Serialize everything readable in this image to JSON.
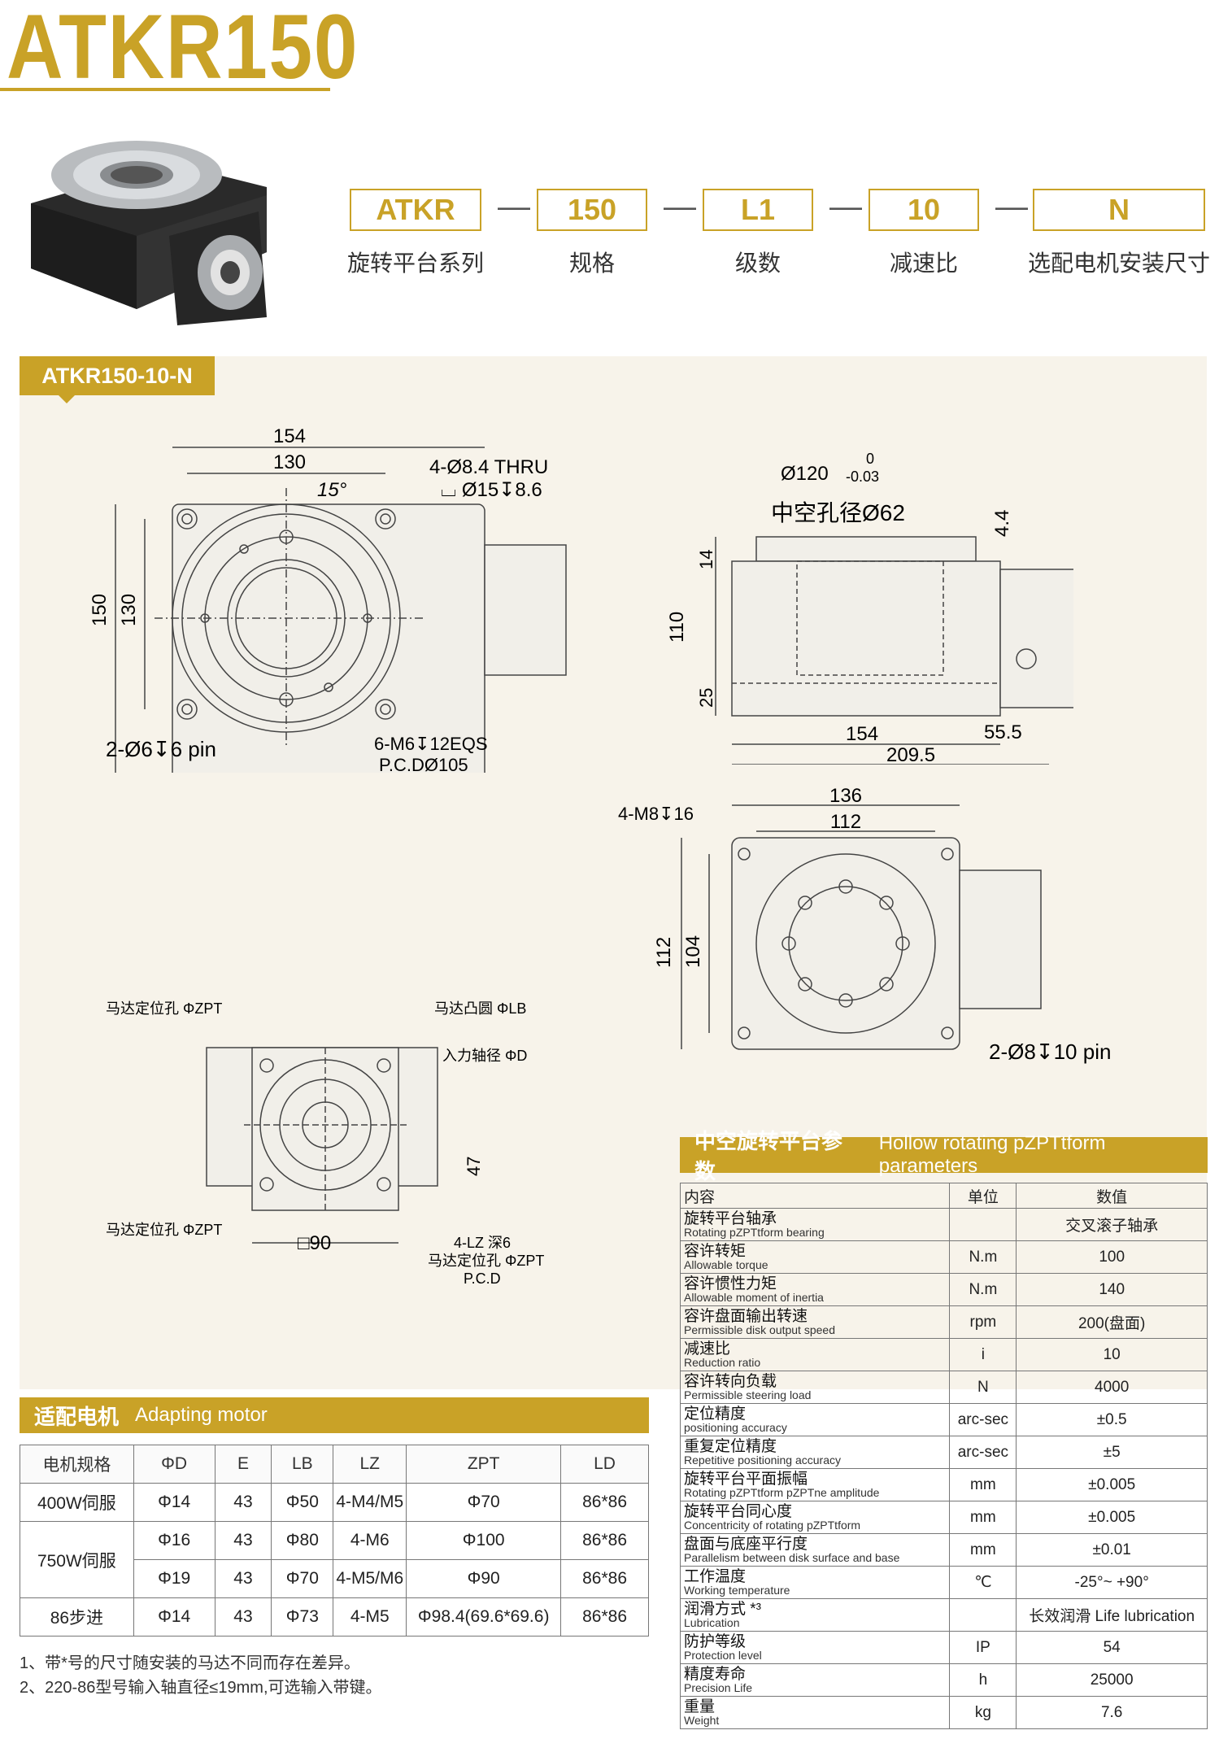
{
  "title": "ATKR150",
  "code": {
    "parts": [
      {
        "value": "ATKR",
        "label": "旋转平台系列"
      },
      {
        "value": "150",
        "label": "规格"
      },
      {
        "value": "L1",
        "label": "级数"
      },
      {
        "value": "10",
        "label": "减速比"
      },
      {
        "value": "N",
        "label": "选配电机安装尺寸"
      }
    ],
    "separator": "—"
  },
  "model_tag": "ATKR150-10-N",
  "drawing": {
    "top_view": {
      "dims": [
        "154",
        "130",
        "15°",
        "150",
        "130"
      ],
      "callouts": [
        "4-Ø8.4 THRU",
        "⌴ Ø15↧8.6",
        "2-Ø6↧6 pin",
        "6-M6↧12EQS",
        "P.C.DØ105"
      ]
    },
    "side_view": {
      "dims": [
        "Ø120",
        "0",
        "-0.03",
        "中空孔径Ø62",
        "4.4",
        "14",
        "110",
        "25",
        "154",
        "55.5",
        "209.5"
      ]
    },
    "bottom_view": {
      "dims": [
        "136",
        "112",
        "112",
        "104"
      ],
      "callouts": [
        "4-M8↧16",
        "2-Ø8↧10 pin"
      ]
    },
    "motor_flange_view": {
      "callouts": [
        "马达定位孔 ΦZPT",
        "马达凸圆 ΦLB",
        "入力轴径 ΦD",
        "马达定位孔 ΦZPT",
        "□90",
        "47",
        "4-LZ 深6",
        "马达定位孔 ΦZPT",
        "P.C.D"
      ]
    }
  },
  "motor_section": {
    "title_cn": "适配电机",
    "title_en": "Adapting motor",
    "headers": [
      "电机规格",
      "ΦD",
      "E",
      "LB",
      "LZ",
      "ZPT",
      "LD"
    ],
    "groups": [
      {
        "spec": "400W伺服",
        "rows": [
          [
            "Φ14",
            "43",
            "Φ50",
            "4-M4/M5",
            "Φ70",
            "86*86"
          ]
        ]
      },
      {
        "spec": "750W伺服",
        "rows": [
          [
            "Φ16",
            "43",
            "Φ80",
            "4-M6",
            "Φ100",
            "86*86"
          ],
          [
            "Φ19",
            "43",
            "Φ70",
            "4-M5/M6",
            "Φ90",
            "86*86"
          ]
        ]
      },
      {
        "spec": "86步进",
        "rows": [
          [
            "Φ14",
            "43",
            "Φ73",
            "4-M5",
            "Φ98.4(69.6*69.6)",
            "86*86"
          ]
        ]
      }
    ],
    "notes": [
      "1、带*号的尺寸随安装的马达不同而存在差异。",
      "2、220-86型号输入轴直径≤19mm,可选输入带键。"
    ]
  },
  "params_section": {
    "title_cn": "中空旋转平台参数",
    "title_en": "Hollow rotating pZPTtform parameters",
    "headers": [
      "内容",
      "单位",
      "数值"
    ],
    "rows": [
      {
        "cn": "旋转平台轴承",
        "en": "Rotating pZPTtform bearing",
        "unit": "",
        "value": "交叉滚子轴承"
      },
      {
        "cn": "容许转矩",
        "en": "Allowable torque",
        "unit": "N.m",
        "value": "100"
      },
      {
        "cn": "容许惯性力矩",
        "en": "Allowable moment of inertia",
        "unit": "N.m",
        "value": "140"
      },
      {
        "cn": "容许盘面输出转速",
        "en": "Permissible disk output speed",
        "unit": "rpm",
        "value": "200(盘面)"
      },
      {
        "cn": "减速比",
        "en": "Reduction ratio",
        "unit": "i",
        "value": "10"
      },
      {
        "cn": "容许转向负载",
        "en": "Permissible steering load",
        "unit": "N",
        "value": "4000"
      },
      {
        "cn": "定位精度",
        "en": "positioning accuracy",
        "unit": "arc-sec",
        "value": "±0.5"
      },
      {
        "cn": "重复定位精度",
        "en": "Repetitive positioning accuracy",
        "unit": "arc-sec",
        "value": "±5"
      },
      {
        "cn": "旋转平台平面振幅",
        "en": "Rotating pZPTtform pZPTne amplitude",
        "unit": "mm",
        "value": "±0.005"
      },
      {
        "cn": "旋转平台同心度",
        "en": "Concentricity of rotating pZPTtform",
        "unit": "mm",
        "value": "±0.005"
      },
      {
        "cn": "盘面与底座平行度",
        "en": "Parallelism between disk surface and base",
        "unit": "mm",
        "value": "±0.01"
      },
      {
        "cn": "工作温度",
        "en": "Working temperature",
        "unit": "℃",
        "value": "-25°~ +90°"
      },
      {
        "cn": "润滑方式 *³",
        "en": "Lubrication",
        "unit": "",
        "value": "长效润滑 Life lubrication"
      },
      {
        "cn": "防护等级",
        "en": "Protection level",
        "unit": "IP",
        "value": "54"
      },
      {
        "cn": "精度寿命",
        "en": "Precision Life",
        "unit": "h",
        "value": "25000"
      },
      {
        "cn": "重量",
        "en": "Weight",
        "unit": "kg",
        "value": "7.6"
      }
    ]
  }
}
